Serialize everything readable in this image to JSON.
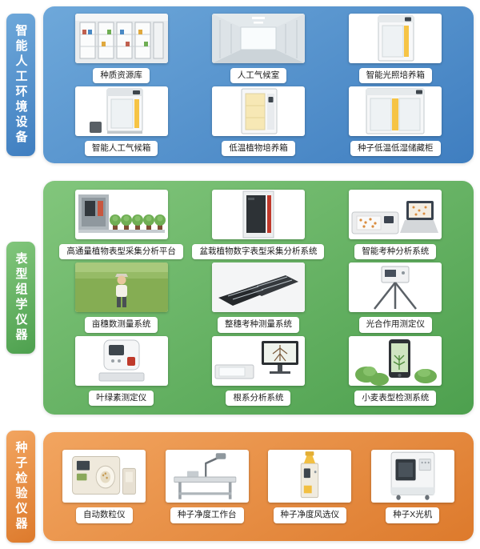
{
  "theme_colors": {
    "blue": {
      "light": "#6ea8da",
      "main": "#3f7ec0"
    },
    "green": {
      "light": "#82c67c",
      "main": "#4da04e"
    },
    "orange": {
      "light": "#f2a560",
      "main": "#dd7a2c"
    }
  },
  "sections": [
    {
      "tab": "智能人工环境设备",
      "rows": [
        [
          "种质资源库",
          "人工气候室",
          "智能光照培养箱"
        ],
        [
          "智能人工气候箱",
          "低温植物培养箱",
          "种子低温低湿储藏柜"
        ]
      ]
    },
    {
      "tab": "表型组学仪器",
      "rows": [
        [
          "高通量植物表型采集分析平台",
          "盆栽植物数字表型采集分析系统",
          "智能考种分析系统"
        ],
        [
          "亩穗数测量系统",
          "整穗考种测量系统",
          "光合作用测定仪"
        ],
        [
          "叶绿素测定仪",
          "根系分析系统",
          "小麦表型检测系统"
        ]
      ]
    },
    {
      "tab": "种子检验仪器",
      "rows": [
        [
          "自动数粒仪",
          "种子净度工作台",
          "种子净度风选仪",
          "种子X光机"
        ]
      ]
    }
  ]
}
